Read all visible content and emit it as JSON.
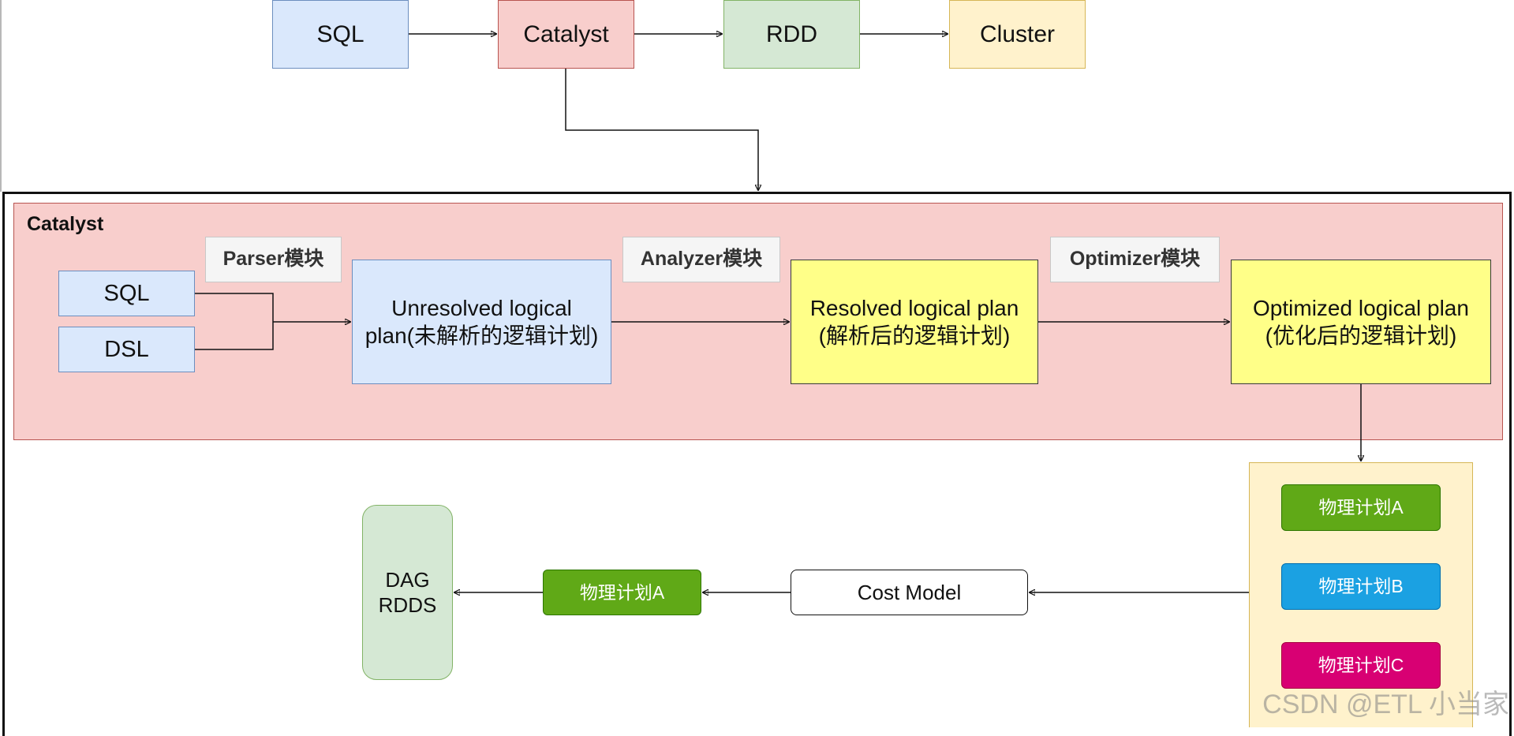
{
  "top_flow": {
    "sql": "SQL",
    "catalyst": "Catalyst",
    "rdd": "RDD",
    "cluster": "Cluster"
  },
  "catalyst_box": {
    "title": "Catalyst",
    "inputs": [
      "SQL",
      "DSL"
    ],
    "parser_label": "Parser模块",
    "analyzer_label": "Analyzer模块",
    "optimizer_label": "Optimizer模块",
    "unresolved_plan": "Unresolved logical\nplan(未解析的逻辑计划)",
    "resolved_plan": "Resolved logical plan\n(解析后的逻辑计划)",
    "optimized_plan": "Optimized logical plan\n(优化后的逻辑计划)"
  },
  "physical_plans": {
    "plan_a": "物理计划A",
    "plan_b": "物理计划B",
    "plan_c": "物理计划C"
  },
  "cost_model": "Cost Model",
  "selected_plan": "物理计划A",
  "output": "DAG\nRDDS",
  "watermark": "CSDN @ETL 小当家",
  "colors": {
    "plan_a": "#60a917",
    "plan_b": "#1ba1e2",
    "plan_c": "#d80073",
    "selected_plan": "#60a917"
  }
}
